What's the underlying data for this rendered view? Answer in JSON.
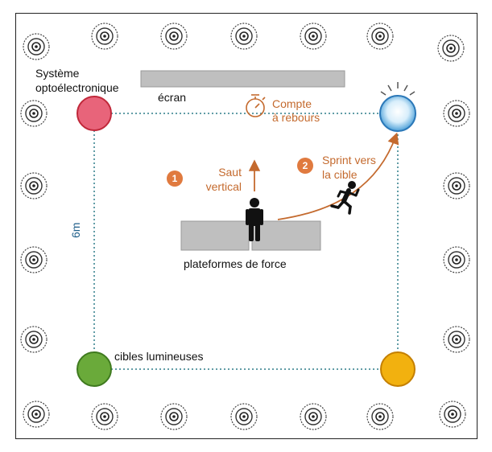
{
  "labels": {
    "system": "Système\noptoélectronique",
    "screen": "écran",
    "countdown": "Compte\nà rebours",
    "jump": "Saut\nvertical",
    "sprint": "Sprint vers\nla cible",
    "distance": "6m",
    "targets": "cibles lumineuses",
    "platforms": "plateformes de force"
  },
  "steps": [
    "1",
    "2"
  ],
  "colors": {
    "target_red": "#e8647a",
    "target_blue": "#cfe8f8",
    "target_green": "#6aaa3a",
    "target_yellow": "#f2b10f",
    "accent_orange": "#c46a2e",
    "dotted_line": "#2f7d8a",
    "gray_fill": "#bfbfbf"
  },
  "icons": [
    "camera-icon",
    "stopwatch-icon",
    "standing-person-icon",
    "running-person-icon",
    "light-burst-icon"
  ]
}
